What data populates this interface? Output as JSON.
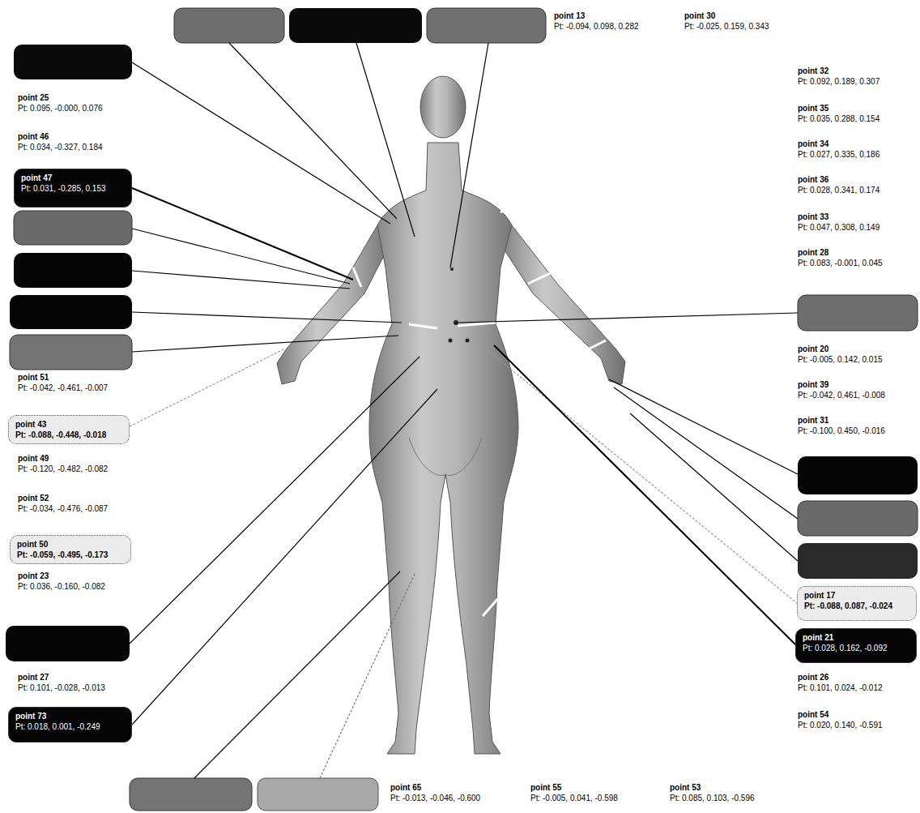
{
  "diagram": {
    "nodes": [
      {
        "text": [
          "point 47",
          "Pt: 0.031, -0.285, 0.153"
        ]
      },
      {
        "text": [
          "point 43",
          "Pt: -0.088, -0.448, -0.018"
        ]
      },
      {
        "text": [
          "point 50",
          "Pt: -0.059, -0.495, -0.173"
        ]
      },
      {
        "text": [
          "point 73",
          "Pt: 0.018, 0.001, -0.249"
        ]
      },
      {
        "text": [
          "point 17",
          "Pt: -0.088, 0.087, -0.024"
        ]
      },
      {
        "text": [
          "point 21",
          "Pt: 0.028, 0.162, -0.092"
        ]
      }
    ],
    "labels": [
      "point 13",
      "Pt: -0.094, 0.098, 0.282",
      "point 30",
      "Pt: -0.025, 0.159, 0.343",
      "point 25",
      "Pt: 0.095, -0.000, 0.076",
      "point 46",
      "Pt: 0.034, -0.327, 0.184",
      "point 32",
      "Pt: 0.092, 0.189, 0.307",
      "point 35",
      "Pt: 0.035, 0.288, 0.154",
      "point 34",
      "Pt: 0.027, 0.335, 0.186",
      "point 36",
      "Pt: 0.028, 0.341, 0.174",
      "point 33",
      "Pt: 0.047, 0.308, 0.149",
      "point 28",
      "Pt: 0.083, -0.001, 0.045",
      "point 20",
      "Pt: -0.005, 0.142, 0.015",
      "point 39",
      "Pt: -0.042, 0.461, -0.008",
      "point 31",
      "Pt: -0.100, 0.450, -0.016",
      "point 51",
      "Pt: -0.042, -0.461, -0.007",
      "point 49",
      "Pt: -0.120, -0.482, -0.082",
      "point 52",
      "Pt: -0.034, -0.476, -0.087",
      "point 23",
      "Pt: 0.036, -0.160, -0.082",
      "point 27",
      "Pt: 0.101, -0.028, -0.013",
      "point 26",
      "Pt: 0.101, 0.024, -0.012",
      "point 54",
      "Pt: 0.020, 0.140, -0.591",
      "point 65",
      "Pt: -0.013, -0.046, -0.600",
      "point 55",
      "Pt: -0.005, 0.041, -0.598",
      "point 53",
      "Pt: 0.085, 0.103, -0.596"
    ]
  }
}
